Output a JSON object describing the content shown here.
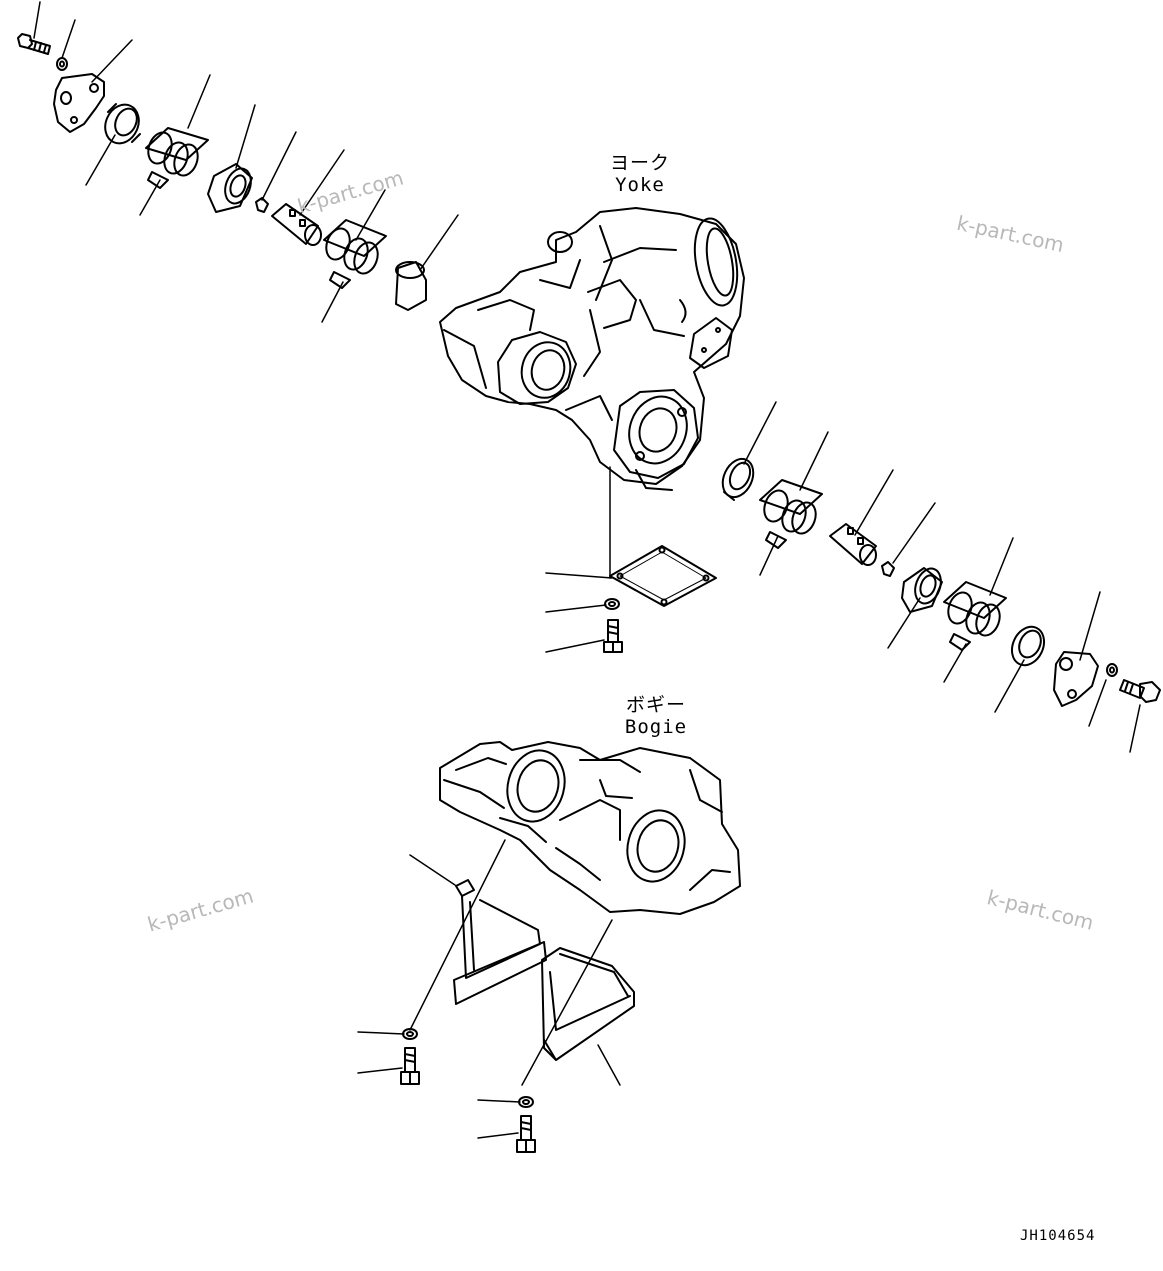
{
  "labels": {
    "yoke_jp": "ヨーク",
    "yoke_en": "Yoke",
    "bogie_jp": "ボギー",
    "bogie_en": "Bogie"
  },
  "watermarks": [
    "k-part.com",
    "k-part.com",
    "k-part.com",
    "k-part.com"
  ],
  "drawing_code": "JH104654",
  "colors": {
    "line": "#000000",
    "watermark": "#b8b8b8",
    "background": "#ffffff"
  }
}
